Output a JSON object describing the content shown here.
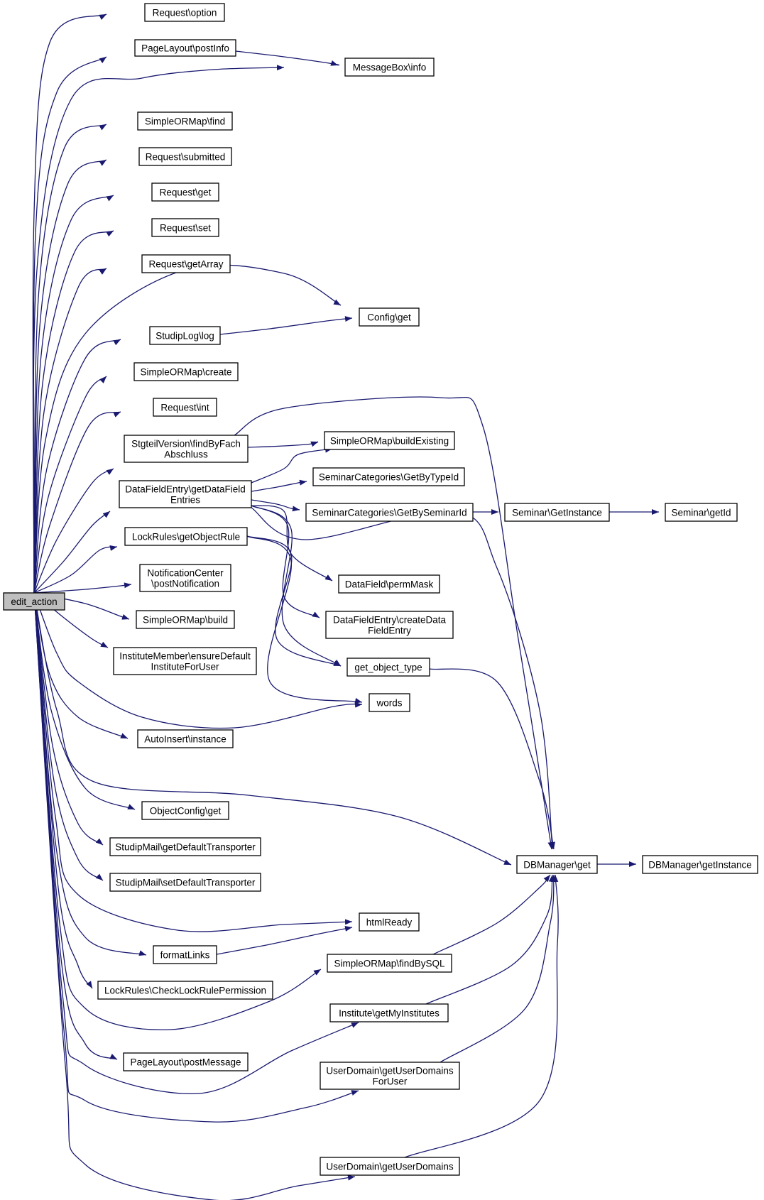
{
  "nodes": {
    "edit_action": [
      "edit_action"
    ],
    "request_option": [
      "Request\\option"
    ],
    "pagelayout_postinfo": [
      "PageLayout\\postInfo"
    ],
    "messagebox_info": [
      "MessageBox\\info"
    ],
    "simpleormap_find": [
      "SimpleORMap\\find"
    ],
    "request_submitted": [
      "Request\\submitted"
    ],
    "request_get": [
      "Request\\get"
    ],
    "request_set": [
      "Request\\set"
    ],
    "request_getarray": [
      "Request\\getArray"
    ],
    "config_get": [
      "Config\\get"
    ],
    "studiplog_log": [
      "StudipLog\\log"
    ],
    "simpleormap_create": [
      "SimpleORMap\\create"
    ],
    "request_int": [
      "Request\\int"
    ],
    "stgteilversion_findbyfachabschluss": [
      "StgteilVersion\\findByFach",
      "Abschluss"
    ],
    "simpleormap_buildexisting": [
      "SimpleORMap\\buildExisting"
    ],
    "seminarcategories_getbytypeid": [
      "SeminarCategories\\GetByTypeId"
    ],
    "datafieldentry_getdatafieldentries": [
      "DataFieldEntry\\getDataField",
      "Entries"
    ],
    "seminarcategories_getbyseminarid": [
      "SeminarCategories\\GetBySeminarId"
    ],
    "seminar_getinstance": [
      "Seminar\\GetInstance"
    ],
    "seminar_getid": [
      "Seminar\\getId"
    ],
    "lockrules_getobjectrule": [
      "LockRules\\getObjectRule"
    ],
    "datafield_permmask": [
      "DataField\\permMask"
    ],
    "notificationcenter_postnotification": [
      "NotificationCenter",
      "\\postNotification"
    ],
    "simpleormap_build": [
      "SimpleORMap\\build"
    ],
    "datafieldentry_createdatafieldentry": [
      "DataFieldEntry\\createData",
      "FieldEntry"
    ],
    "institutemember_ensuredefault": [
      "InstituteMember\\ensureDefault",
      "InstituteForUser"
    ],
    "get_object_type": [
      "get_object_type"
    ],
    "words": [
      "words"
    ],
    "autoinsert_instance": [
      "AutoInsert\\instance"
    ],
    "objectconfig_get": [
      "ObjectConfig\\get"
    ],
    "studipmail_getdefaulttransporter": [
      "StudipMail\\getDefaultTransporter"
    ],
    "dbmanager_get": [
      "DBManager\\get"
    ],
    "dbmanager_getinstance": [
      "DBManager\\getInstance"
    ],
    "studipmail_setdefaulttransporter": [
      "StudipMail\\setDefaultTransporter"
    ],
    "htmlready": [
      "htmlReady"
    ],
    "formatlinks": [
      "formatLinks"
    ],
    "simpleormap_findbysql": [
      "SimpleORMap\\findBySQL"
    ],
    "lockrules_checklockrulepermission": [
      "LockRules\\CheckLockRulePermission"
    ],
    "institute_getmyinstitutes": [
      "Institute\\getMyInstitutes"
    ],
    "pagelayout_postmessage": [
      "PageLayout\\postMessage"
    ],
    "userdomain_getuserdomainsforuser": [
      "UserDomain\\getUserDomains",
      "ForUser"
    ],
    "userdomain_getuserdomains": [
      "UserDomain\\getUserDomains"
    ]
  },
  "edges": [
    [
      "edit_action",
      "request_option"
    ],
    [
      "edit_action",
      "pagelayout_postinfo"
    ],
    [
      "edit_action",
      "messagebox_info"
    ],
    [
      "pagelayout_postinfo",
      "messagebox_info"
    ],
    [
      "edit_action",
      "simpleormap_find"
    ],
    [
      "edit_action",
      "request_submitted"
    ],
    [
      "edit_action",
      "request_get"
    ],
    [
      "edit_action",
      "request_set"
    ],
    [
      "edit_action",
      "request_getarray"
    ],
    [
      "edit_action",
      "config_get"
    ],
    [
      "edit_action",
      "studiplog_log"
    ],
    [
      "studiplog_log",
      "config_get"
    ],
    [
      "edit_action",
      "simpleormap_create"
    ],
    [
      "edit_action",
      "request_int"
    ],
    [
      "edit_action",
      "stgteilversion_findbyfachabschluss"
    ],
    [
      "stgteilversion_findbyfachabschluss",
      "simpleormap_buildexisting"
    ],
    [
      "stgteilversion_findbyfachabschluss",
      "dbmanager_get"
    ],
    [
      "edit_action",
      "datafieldentry_getdatafieldentries"
    ],
    [
      "datafieldentry_getdatafieldentries",
      "simpleormap_buildexisting"
    ],
    [
      "datafieldentry_getdatafieldentries",
      "seminarcategories_getbytypeid"
    ],
    [
      "datafieldentry_getdatafieldentries",
      "seminarcategories_getbyseminarid"
    ],
    [
      "seminarcategories_getbyseminarid",
      "seminar_getinstance"
    ],
    [
      "seminar_getinstance",
      "seminar_getid"
    ],
    [
      "datafieldentry_getdatafieldentries",
      "dbmanager_get"
    ],
    [
      "datafieldentry_getdatafieldentries",
      "datafield_permmask"
    ],
    [
      "datafieldentry_getdatafieldentries",
      "datafieldentry_createdatafieldentry"
    ],
    [
      "datafieldentry_getdatafieldentries",
      "get_object_type"
    ],
    [
      "edit_action",
      "lockrules_getobjectrule"
    ],
    [
      "lockrules_getobjectrule",
      "get_object_type"
    ],
    [
      "lockrules_getobjectrule",
      "words"
    ],
    [
      "edit_action",
      "notificationcenter_postnotification"
    ],
    [
      "edit_action",
      "simpleormap_build"
    ],
    [
      "edit_action",
      "institutemember_ensuredefault"
    ],
    [
      "edit_action",
      "words"
    ],
    [
      "edit_action",
      "autoinsert_instance"
    ],
    [
      "edit_action",
      "dbmanager_get"
    ],
    [
      "edit_action",
      "objectconfig_get"
    ],
    [
      "edit_action",
      "studipmail_getdefaulttransporter"
    ],
    [
      "edit_action",
      "studipmail_setdefaulttransporter"
    ],
    [
      "edit_action",
      "htmlready"
    ],
    [
      "edit_action",
      "formatlinks"
    ],
    [
      "formatlinks",
      "htmlready"
    ],
    [
      "edit_action",
      "lockrules_checklockrulepermission"
    ],
    [
      "edit_action",
      "simpleormap_findbysql"
    ],
    [
      "edit_action",
      "pagelayout_postmessage"
    ],
    [
      "edit_action",
      "institute_getmyinstitutes"
    ],
    [
      "edit_action",
      "userdomain_getuserdomainsforuser"
    ],
    [
      "edit_action",
      "userdomain_getuserdomains"
    ],
    [
      "get_object_type",
      "dbmanager_get"
    ],
    [
      "simpleormap_findbysql",
      "dbmanager_get"
    ],
    [
      "institute_getmyinstitutes",
      "dbmanager_get"
    ],
    [
      "userdomain_getuserdomainsforuser",
      "dbmanager_get"
    ],
    [
      "userdomain_getuserdomains",
      "dbmanager_get"
    ],
    [
      "dbmanager_get",
      "dbmanager_getinstance"
    ]
  ]
}
